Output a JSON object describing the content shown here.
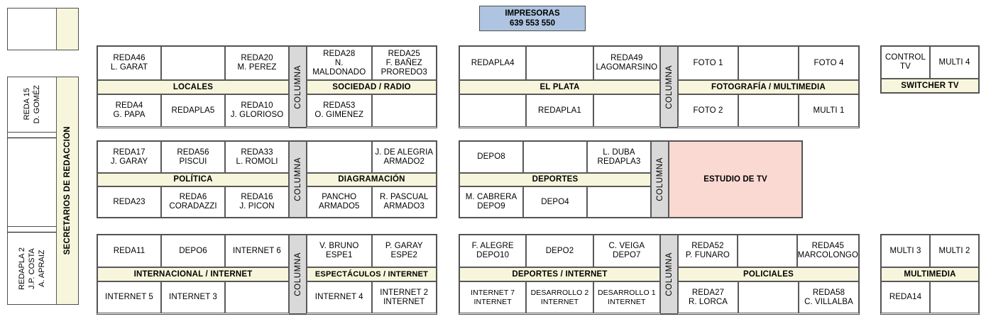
{
  "printers": {
    "title": "IMPRESORAS",
    "numbers": "639   553   550",
    "color": "#aec4e0"
  },
  "left_rail": {
    "label": "SECRETARIOS DE REDACCIÓN",
    "cells": [
      {
        "text": "REDA 15\nD. GOMÉZ"
      },
      {
        "text": ""
      },
      {
        "text": "REDAPLA 2\nJ.P. COSTA\nA. APRAIZ"
      }
    ]
  },
  "columna_label": "COLUMNA",
  "colors": {
    "band_yellow": "#f7f6dc",
    "columna_gray": "#d9d9d9",
    "studio_pink": "#fad9d2",
    "printer_blue": "#aec4e0",
    "border": "#4d4d4d"
  },
  "studio": {
    "label": "ESTUDIO DE TV",
    "color": "#fad9d2"
  },
  "blocks": {
    "r1b1": {
      "left": {
        "band": "LOCALES",
        "top": [
          "REDA46\nL. GARAT",
          "",
          "REDA20\nM. PEREZ"
        ],
        "bottom": [
          "REDA4\nG. PAPA",
          "REDAPLA5",
          "REDA10\nJ. GLORIOSO"
        ]
      },
      "right": {
        "band": "SOCIEDAD / RADIO",
        "top": [
          "REDA28\nN. MALDONADO",
          "REDA25\nF. BAÑEZ\nPROREDO3"
        ],
        "bottom": [
          "REDA53\nO. GIMENEZ",
          ""
        ]
      }
    },
    "r1b2": {
      "left": {
        "band": "EL PLATA",
        "top": [
          "REDAPLA4",
          "",
          "REDA49\nLAGOMARSINO"
        ],
        "bottom": [
          "",
          "REDAPLA1",
          ""
        ]
      },
      "right": {
        "band": "FOTOGRAFÍA / MULTIMEDIA",
        "top": [
          "FOTO 1",
          "",
          "FOTO 4"
        ],
        "bottom": [
          "FOTO 2",
          "",
          "MULTI 1"
        ]
      }
    },
    "r1b3": {
      "band": "SWITCHER TV",
      "top": [
        "CONTROL TV",
        "MULTI 4"
      ]
    },
    "r2b1": {
      "left": {
        "band": "POLÍTICA",
        "top": [
          "REDA17\nJ. GARAY",
          "REDA56\nPISCUI",
          "REDA33\nL. ROMOLI"
        ],
        "bottom": [
          "REDA23",
          "REDA6\nCORADAZZI",
          "REDA16\nJ. PICON"
        ]
      },
      "right": {
        "band": "DIAGRAMACIÓN",
        "top": [
          "",
          "J. DE ALEGRIA\nARMADO2"
        ],
        "bottom": [
          "PANCHO\nARMADO5",
          "R. PASCUAL\nARMADO3"
        ]
      }
    },
    "r2b2": {
      "left": {
        "band": "DEPORTES",
        "top": [
          "DEPO8",
          "",
          "L. DUBA\nREDAPLA3"
        ],
        "bottom": [
          "M. CABRERA\nDEPO9",
          "DEPO4",
          ""
        ]
      }
    },
    "r3b1": {
      "left": {
        "band": "INTERNACIONAL / INTERNET",
        "top": [
          "REDA11",
          "DEPO6",
          "INTERNET 6"
        ],
        "bottom": [
          "INTERNET 5",
          "INTERNET 3",
          ""
        ]
      },
      "right": {
        "band": "ESPECTÁCULOS / INTERNET",
        "top": [
          "V. BRUNO\nESPE1",
          "P. GARAY\nESPE2"
        ],
        "bottom": [
          "INTERNET 4",
          "INTERNET 2\nINTERNET"
        ]
      }
    },
    "r3b2": {
      "left": {
        "band": "DEPORTES / INTERNET",
        "top": [
          "F. ALEGRE\nDEPO10",
          "DEPO2",
          "C. VEIGA\nDEPO7"
        ],
        "bottom": [
          "INTERNET 7\nINTERNET",
          "DESARROLLO 2\nINTERNET",
          "DESARROLLO 1\nINTERNET"
        ]
      },
      "right": {
        "band": "POLICIALES",
        "top": [
          "REDA52\nP. FUNARO",
          "",
          "REDA45\nMARCOLONGO"
        ],
        "bottom": [
          "REDA27\nR. LORCA",
          "",
          "REDA58\nC. VILLALBA"
        ]
      }
    },
    "r3b3": {
      "band": "MULTIMEDIA",
      "top": [
        "MULTI 3",
        "MULTI 2"
      ],
      "bottom": [
        "REDA14",
        ""
      ]
    }
  }
}
